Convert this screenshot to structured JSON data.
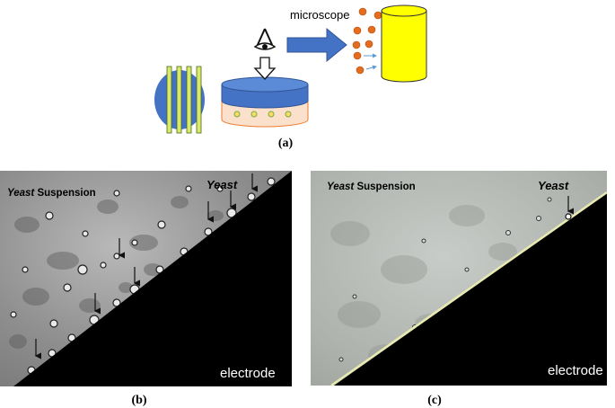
{
  "schematic": {
    "label_microscope": "microscope",
    "caption": "(a)",
    "colors": {
      "blue": "#4472C4",
      "yellow_line": "#D9EA6A",
      "dish_bottom": "#FBE0CC",
      "dot_fill": "#FFD966",
      "dot_stroke": "#70AD47",
      "particle": "#E46C1F",
      "cylinder": "#FFFF00"
    }
  },
  "panel_b": {
    "suspension_word1": "Yeast",
    "suspension_word2": " Suspension",
    "yeast_label": "Yeast",
    "electrode_label": "electrode",
    "caption": "(b)"
  },
  "panel_c": {
    "suspension_word1": "Yeast",
    "suspension_word2": " Suspension",
    "yeast_label": "Yeast",
    "electrode_label": "electrode",
    "caption": "(c)"
  }
}
